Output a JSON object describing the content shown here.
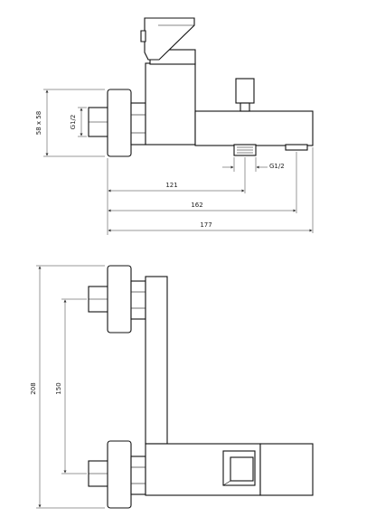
{
  "dimensions": {
    "d121": "121",
    "d162": "162",
    "d177": "177",
    "square": "58 x 58",
    "inlet_thread": "G1/2",
    "outlet_thread": "G1/2",
    "d208": "208",
    "d150": "150"
  },
  "colors": {
    "line": "#111111",
    "background": "#ffffff"
  }
}
